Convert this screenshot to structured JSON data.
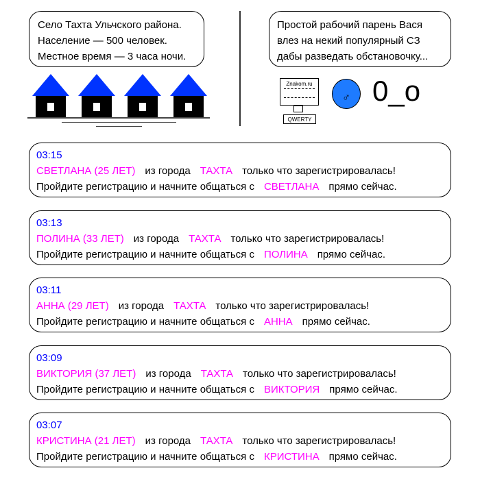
{
  "left_bubble": {
    "lines": [
      "Село Тахта Ульчского района.",
      "Население — 500 человек.",
      "Местное время — 3 часа ночи."
    ]
  },
  "right_bubble": {
    "lines": [
      "Простой рабочий парень Вася",
      "влез на некий популярный СЗ",
      "дабы разведать обстановочку..."
    ]
  },
  "computer": {
    "site": "Znakom.ru",
    "keyboard": "QWERTY"
  },
  "avatar": {
    "symbol": "♂"
  },
  "face": "0_o",
  "colors": {
    "time": "#0000ff",
    "highlight": "#ff00ff",
    "roof": "#0033ff",
    "avatar": "#1e7bff"
  },
  "notifications": [
    {
      "time": "03:15",
      "person": "СВЕТЛАНА (25 ЛЕТ)",
      "from": "из города",
      "city": "ТАХТА",
      "registered": "только что зарегистрировалась!",
      "prompt": "Пройдите регистрацию и начните общаться с",
      "name": "СВЕТЛАНА",
      "tail": "прямо сейчас."
    },
    {
      "time": "03:13",
      "person": "ПОЛИНА (33 ЛЕТ)",
      "from": "из города",
      "city": "ТАХТА",
      "registered": "только что зарегистрировалась!",
      "prompt": "Пройдите регистрацию и начните общаться с",
      "name": "ПОЛИНА",
      "tail": "прямо сейчас."
    },
    {
      "time": "03:11",
      "person": "АННА (29 ЛЕТ)",
      "from": "из города",
      "city": "ТАХТА",
      "registered": "только что зарегистрировалась!",
      "prompt": "Пройдите регистрацию и начните общаться с",
      "name": "АННА",
      "tail": "прямо сейчас."
    },
    {
      "time": "03:09",
      "person": "ВИКТОРИЯ (37 ЛЕТ)",
      "from": "из города",
      "city": "ТАХТА",
      "registered": "только что зарегистрировалась!",
      "prompt": "Пройдите регистрацию и начните общаться с",
      "name": "ВИКТОРИЯ",
      "tail": "прямо сейчас."
    },
    {
      "time": "03:07",
      "person": "КРИСТИНА (21 ЛЕТ)",
      "from": "из города",
      "city": "ТАХТА",
      "registered": "только что зарегистрировалась!",
      "prompt": "Пройдите регистрацию и начните общаться с",
      "name": "КРИСТИНА",
      "tail": "прямо сейчас."
    }
  ]
}
